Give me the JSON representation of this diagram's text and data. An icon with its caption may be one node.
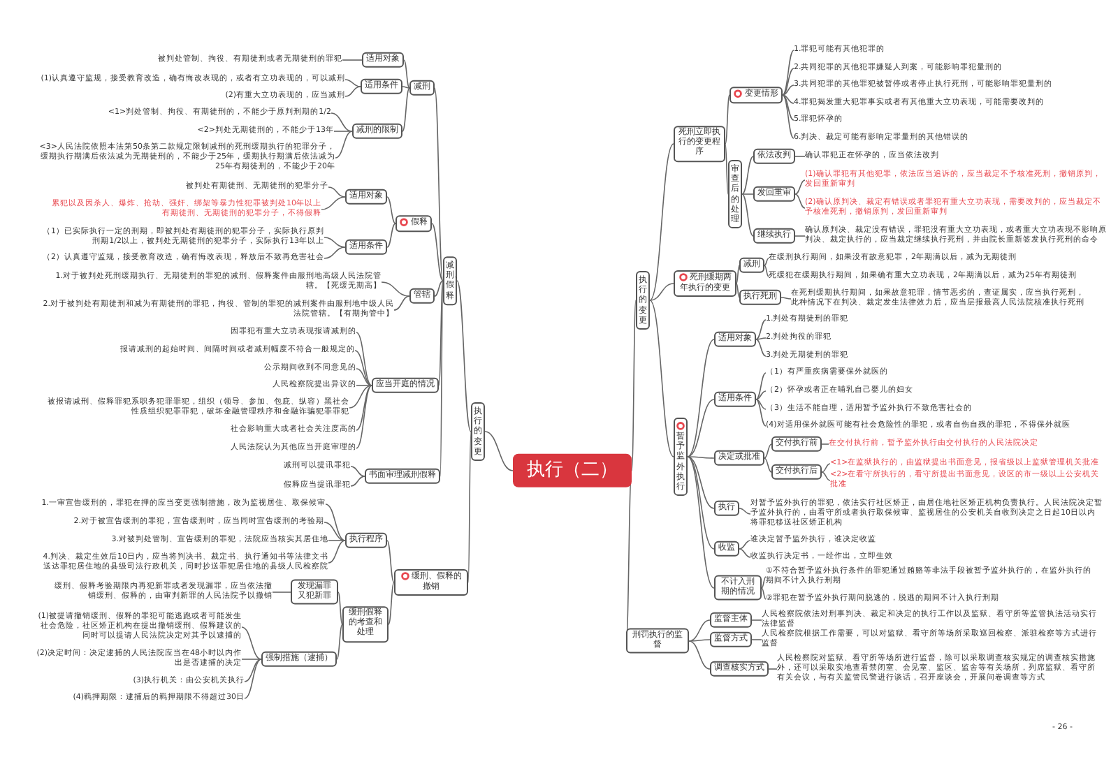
{
  "diagram": {
    "nodes": [
      {
        "text": [
          "执行（二）"
        ]
      },
      {
        "text": [
          "执行的变更"
        ]
      },
      {
        "text": [
          "减刑、假释"
        ]
      },
      {
        "text": [
          "减刑"
        ]
      },
      {
        "text": [
          "适用对象"
        ]
      },
      {
        "text": [
          "被判处管制、拘役、有期徒刑或者无期徒刑的罪犯"
        ]
      },
      {
        "text": [
          "适用条件"
        ]
      },
      {
        "text": [
          "(1)认真遵守监规，接受教育改造，确有悔改表现的，或者有立功表现的，可以减刑"
        ]
      },
      {
        "text": [
          "(2)有重大立功表现的，应当减刑"
        ]
      },
      {
        "text": [
          "减刑的限制"
        ]
      },
      {
        "text": [
          "<1>判处管制、拘役、有期徒刑的，不能少于原判刑期的1/2"
        ]
      },
      {
        "text": [
          "<2>判处无期徒刑的，不能少于13年"
        ]
      },
      {
        "text": [
          "<3>人民法院依照本法第50条第二款规定限制减刑的死刑缓期执行的犯罪分子，缓期执行期满后依法减为无期徒刑的，不能少于25年，缓期执行期满后依法减为25年有期徒刑的，不能少于20年"
        ]
      },
      {
        "text": [
          "假释"
        ]
      },
      {
        "text": [
          "适用对象"
        ]
      },
      {
        "text": [
          "被判处有期徒刑、无期徒刑的犯罪分子"
        ]
      },
      {
        "text": [
          "累犯以及因杀人、爆炸、抢劫、强奸、绑架等暴力性犯罪被判处10年以上有期徒刑、无期徒刑的犯罪分子，不得假释"
        ]
      },
      {
        "text": [
          "适用条件"
        ]
      },
      {
        "text": [
          "（1）已实际执行一定的刑期，即被判处有期徒刑的犯罪分子，实际执行原判刑期1/2以上，被判处无期徒刑的犯罪分子，实际执行13年以上"
        ]
      },
      {
        "text": [
          "（2）认真遵守监规，接受教育改造，确有悔改表现，释放后不致再危害社会"
        ]
      },
      {
        "text": [
          "管辖"
        ]
      },
      {
        "text": [
          "1.对于被判处死刑缓期执行、无期徒刑的罪犯的减刑、假释案件由服刑地高级人民法院管辖。【死缓无期高】"
        ]
      },
      {
        "text": [
          "2.对于被判处有期徒刑和减为有期徒刑的罪犯，拘役、管制的罪犯的减刑案件由服刑地中级人民法院管辖。【有期拘管中】"
        ]
      },
      {
        "text": [
          "应当开庭的情况"
        ]
      },
      {
        "text": [
          "因罪犯有重大立功表现报请减刑的"
        ]
      },
      {
        "text": [
          "报请减刑的起始时间、间隔时间或者减刑幅度不符合一般规定的"
        ]
      },
      {
        "text": [
          "公示期间收到不同意见的"
        ]
      },
      {
        "text": [
          "人民检察院提出异议的"
        ]
      },
      {
        "text": [
          "被报请减刑、假释罪犯系职务犯罪罪犯，组织（领导、参加、包庇、纵容）黑社会性质组织犯罪罪犯，破坏金融管理秩序和金融诈骗犯罪罪犯"
        ]
      },
      {
        "text": [
          "社会影响重大或者社会关注度高的"
        ]
      },
      {
        "text": [
          "人民法院认为其他应当开庭审理的"
        ]
      },
      {
        "text": [
          "书面审理减刑假释"
        ]
      },
      {
        "text": [
          "减刑可以提讯罪犯"
        ]
      },
      {
        "text": [
          "假释应当提讯罪犯"
        ]
      },
      {
        "text": [
          "缓刑、假释的撤销"
        ]
      },
      {
        "text": [
          "执行程序"
        ]
      },
      {
        "text": [
          "1.一审宣告缓刑的，罪犯在押的应当变更强制措施，改为监视居住、取保候审"
        ]
      },
      {
        "text": [
          "2.对于被宣告缓刑的罪犯，宣告缓刑时，应当同时宣告缓刑的考验期"
        ]
      },
      {
        "text": [
          "3.对被判处管制、宣告缓刑的罪犯，法院应当核实其居住地"
        ]
      },
      {
        "text": [
          "4.判决、裁定生效后10日内，应当将判决书、裁定书、执行通知书等法律文书送达罪犯居住地的县级司法行政机关，同时抄送罪犯居住地的县级人民检察院"
        ]
      },
      {
        "text": [
          "缓刑假释的考查和处理"
        ]
      },
      {
        "text": [
          "发现漏罪又犯新罪"
        ]
      },
      {
        "text": [
          "缓刑、假释考验期限内再犯新罪或者发现漏罪，应当依法撤销缓刑、假释的，由审判新罪的人民法院予以撤销"
        ]
      },
      {
        "text": [
          "强制措施（逮捕）"
        ]
      },
      {
        "text": [
          "(1)被提请撤销缓刑、假释的罪犯可能逃跑或者可能发生社会危险，社区矫正机构在提出撤销缓刑、假释建议的同时可以提请人民法院决定对其予以逮捕的"
        ]
      },
      {
        "text": [
          "(2)决定时间：决定逮捕的人民法院应当在48小时以内作出是否逮捕的决定"
        ]
      },
      {
        "text": [
          "(3)执行机关：由公安机关执行"
        ]
      },
      {
        "text": [
          "(4)羁押期限：逮捕后的羁押期限不得超过30日"
        ]
      },
      {
        "text": [
          "执行的变更"
        ]
      },
      {
        "text": [
          "死刑立即执行的变更程序"
        ]
      },
      {
        "text": [
          "变更情形"
        ]
      },
      {
        "text": [
          "1.罪犯可能有其他犯罪的"
        ]
      },
      {
        "text": [
          "2.共同犯罪的其他犯罪嫌疑人到案，可能影响罪犯量刑的"
        ]
      },
      {
        "text": [
          "3.共同犯罪的其他罪犯被暂停或者停止执行死刑，可能影响罪犯量刑的"
        ]
      },
      {
        "text": [
          "4.罪犯揭发重大犯罪事实或者有其他重大立功表现，可能需要改判的"
        ]
      },
      {
        "text": [
          "5.罪犯怀孕的"
        ]
      },
      {
        "text": [
          "6.判决、裁定可能有影响定罪量刑的其他错误的"
        ]
      },
      {
        "text": [
          "审查后的处理"
        ]
      },
      {
        "text": [
          "依法改判"
        ]
      },
      {
        "text": [
          "确认罪犯正在怀孕的，应当依法改判"
        ]
      },
      {
        "text": [
          "发回重审"
        ]
      },
      {
        "text": [
          "(1)确认罪犯有其他犯罪，依法应当追诉的，应当裁定不予核准死刑，撤销原判，发回重新审判"
        ]
      },
      {
        "text": [
          "(2)确认原判决、裁定有错误或者罪犯有重大立功表现，需要改判的，应当裁定不予核准死刑，撤销原判，发回重新审判"
        ]
      },
      {
        "text": [
          "继续执行"
        ]
      },
      {
        "text": [
          "确认原判决、裁定没有错误，罪犯没有重大立功表现，或者重大立功表现不影响原判决、裁定执行的，应当裁定继续执行死刑，并由院长重新签发执行死刑的命令"
        ]
      },
      {
        "text": [
          "死刑缓期两年执行的变更"
        ]
      },
      {
        "text": [
          "减刑"
        ]
      },
      {
        "text": [
          "在缓刑执行期间，如果没有故意犯罪，2年期满以后，减为无期徒刑"
        ]
      },
      {
        "text": [
          "死缓犯在缓期执行期间，如果确有重大立功表现，2年期满以后，减为25年有期徒刑"
        ]
      },
      {
        "text": [
          "执行死刑"
        ]
      },
      {
        "text": [
          "在死刑缓期执行期间，如果故意犯罪，情节恶劣的，查证属实，应当执行死刑，此种情况下在判决、裁定发生法律效力后，应当层报最高人民法院核准执行死刑"
        ]
      },
      {
        "text": [
          "暂予监外执行"
        ]
      },
      {
        "text": [
          "适用对象"
        ]
      },
      {
        "text": [
          "1.判处有期徒刑的罪犯"
        ]
      },
      {
        "text": [
          "2.判处拘役的罪犯"
        ]
      },
      {
        "text": [
          "3.判处无期徒刑的罪犯"
        ]
      },
      {
        "text": [
          "适用条件"
        ]
      },
      {
        "text": [
          "（1）有严重疾病需要保外就医的"
        ]
      },
      {
        "text": [
          "（2）怀孕或者正在哺乳自己婴儿的妇女"
        ]
      },
      {
        "text": [
          "（3）生活不能自理，适用暂予监外执行不致危害社会的"
        ]
      },
      {
        "text": [
          "(4)对适用保外就医可能有社会危险性的罪犯，或者自伤自残的罪犯，不得保外就医"
        ]
      },
      {
        "text": [
          "决定或批准"
        ]
      },
      {
        "text": [
          "交付执行前"
        ]
      },
      {
        "text": [
          "在交付执行前，暂予监外执行由交付执行的人民法院决定"
        ]
      },
      {
        "text": [
          "交付执行后"
        ]
      },
      {
        "text": [
          "<1>在监狱执行的，由监狱提出书面意见，报省级以上监狱管理机关批准"
        ]
      },
      {
        "text": [
          "<2>在看守所执行的，看守所提出书面意见，设区的市一级以上公安机关批准"
        ]
      },
      {
        "text": [
          "执行"
        ]
      },
      {
        "text": [
          "对暂予监外执行的罪犯，依法实行社区矫正，由居住地社区矫正机构负责执行。人民法院决定暂予监外执行的，由看守所或者执行取保候审、监视居住的公安机关自收到决定之日起10日以内将罪犯移送社区矫正机构"
        ]
      },
      {
        "text": [
          "收监"
        ]
      },
      {
        "text": [
          "谁决定暂予监外执行，谁决定收监"
        ]
      },
      {
        "text": [
          "收监执行决定书，一经作出，立即生效"
        ]
      },
      {
        "text": [
          "不计入刑期的情况"
        ]
      },
      {
        "text": [
          "①不符合暂予监外执行条件的罪犯通过贿赂等非法手段被暂予监外执行的，在监外执行的期间不计入执行刑期"
        ]
      },
      {
        "text": [
          "②罪犯在暂予监外执行期间脱逃的，脱逃的期间不计入执行刑期"
        ]
      },
      {
        "text": [
          "刑罚执行的监督"
        ]
      },
      {
        "text": [
          "监督主体"
        ]
      },
      {
        "text": [
          "人民检察院依法对刑事判决、裁定和决定的执行工作以及监狱、看守所等监管执法活动实行法律监督"
        ]
      },
      {
        "text": [
          "监督方式"
        ]
      },
      {
        "text": [
          "人民检察院根据工作需要，可以对监狱、看守所等场所采取巡回检察、派驻检察等方式进行监督"
        ]
      },
      {
        "text": [
          "调查核实方式"
        ]
      },
      {
        "text": [
          "人民检察院对监狱、看守所等场所进行监督，除可以采取调查核实规定的调查核实措施外，还可以采取实地查看禁闭室、会见室、监区、监舍等有关场所，列席监狱、看守所有关会议，与有关监管民警进行谈话，召开座谈会，开展问卷调查等方式"
        ]
      }
    ],
    "edges": [
      {
        "from": 0,
        "to": 1,
        "arrow": "none"
      },
      {
        "from": 1,
        "to": 2,
        "arrow": "none"
      },
      {
        "from": 2,
        "to": 3,
        "arrow": "none"
      },
      {
        "from": 3,
        "to": 4,
        "arrow": "none"
      },
      {
        "from": 4,
        "to": 5,
        "arrow": "none"
      },
      {
        "from": 3,
        "to": 6,
        "arrow": "none"
      },
      {
        "from": 6,
        "to": 7,
        "arrow": "none"
      },
      {
        "from": 6,
        "to": 8,
        "arrow": "none"
      },
      {
        "from": 3,
        "to": 9,
        "arrow": "none"
      },
      {
        "from": 9,
        "to": 10,
        "arrow": "none"
      },
      {
        "from": 9,
        "to": 11,
        "arrow": "none"
      },
      {
        "from": 9,
        "to": 12,
        "arrow": "none"
      },
      {
        "from": 2,
        "to": 13,
        "arrow": "none"
      },
      {
        "from": 13,
        "to": 14,
        "arrow": "none"
      },
      {
        "from": 14,
        "to": 15,
        "arrow": "none"
      },
      {
        "from": 14,
        "to": 16,
        "arrow": "none"
      },
      {
        "from": 13,
        "to": 17,
        "arrow": "none"
      },
      {
        "from": 17,
        "to": 18,
        "arrow": "none"
      },
      {
        "from": 17,
        "to": 19,
        "arrow": "none"
      },
      {
        "from": 2,
        "to": 20,
        "arrow": "none"
      },
      {
        "from": 20,
        "to": 21,
        "arrow": "none"
      },
      {
        "from": 20,
        "to": 22,
        "arrow": "none"
      },
      {
        "from": 2,
        "to": 23,
        "arrow": "none"
      },
      {
        "from": 23,
        "to": 24,
        "arrow": "none"
      },
      {
        "from": 23,
        "to": 25,
        "arrow": "none"
      },
      {
        "from": 23,
        "to": 26,
        "arrow": "none"
      },
      {
        "from": 23,
        "to": 27,
        "arrow": "none"
      },
      {
        "from": 23,
        "to": 28,
        "arrow": "none"
      },
      {
        "from": 23,
        "to": 29,
        "arrow": "none"
      },
      {
        "from": 23,
        "to": 30,
        "arrow": "none"
      },
      {
        "from": 2,
        "to": 31,
        "arrow": "none"
      },
      {
        "from": 31,
        "to": 32,
        "arrow": "none"
      },
      {
        "from": 31,
        "to": 33,
        "arrow": "none"
      },
      {
        "from": 1,
        "to": 34,
        "arrow": "none"
      },
      {
        "from": 34,
        "to": 35,
        "arrow": "none"
      },
      {
        "from": 35,
        "to": 36,
        "arrow": "none"
      },
      {
        "from": 35,
        "to": 37,
        "arrow": "none"
      },
      {
        "from": 35,
        "to": 38,
        "arrow": "none"
      },
      {
        "from": 35,
        "to": 39,
        "arrow": "none"
      },
      {
        "from": 34,
        "to": 40,
        "arrow": "none"
      },
      {
        "from": 40,
        "to": 41,
        "arrow": "none"
      },
      {
        "from": 41,
        "to": 42,
        "arrow": "none"
      },
      {
        "from": 40,
        "to": 43,
        "arrow": "none"
      },
      {
        "from": 43,
        "to": 44,
        "arrow": "none"
      },
      {
        "from": 43,
        "to": 45,
        "arrow": "none"
      },
      {
        "from": 43,
        "to": 46,
        "arrow": "none"
      },
      {
        "from": 43,
        "to": 47,
        "arrow": "none"
      },
      {
        "from": 0,
        "to": 48,
        "arrow": "none"
      },
      {
        "from": 48,
        "to": 49,
        "arrow": "none"
      },
      {
        "from": 49,
        "to": 50,
        "arrow": "none"
      },
      {
        "from": 50,
        "to": 51,
        "arrow": "none"
      },
      {
        "from": 50,
        "to": 52,
        "arrow": "none"
      },
      {
        "from": 50,
        "to": 53,
        "arrow": "none"
      },
      {
        "from": 50,
        "to": 54,
        "arrow": "none"
      },
      {
        "from": 50,
        "to": 55,
        "arrow": "none"
      },
      {
        "from": 50,
        "to": 56,
        "arrow": "none"
      },
      {
        "from": 49,
        "to": 57,
        "arrow": "none"
      },
      {
        "from": 57,
        "to": 58,
        "arrow": "none"
      },
      {
        "from": 58,
        "to": 59,
        "arrow": "none"
      },
      {
        "from": 57,
        "to": 60,
        "arrow": "none"
      },
      {
        "from": 60,
        "to": 61,
        "arrow": "none"
      },
      {
        "from": 60,
        "to": 62,
        "arrow": "none"
      },
      {
        "from": 57,
        "to": 63,
        "arrow": "none"
      },
      {
        "from": 63,
        "to": 64,
        "arrow": "none"
      },
      {
        "from": 48,
        "to": 65,
        "arrow": "none"
      },
      {
        "from": 65,
        "to": 66,
        "arrow": "none"
      },
      {
        "from": 66,
        "to": 67,
        "arrow": "none"
      },
      {
        "from": 66,
        "to": 68,
        "arrow": "none"
      },
      {
        "from": 65,
        "to": 69,
        "arrow": "none"
      },
      {
        "from": 69,
        "to": 70,
        "arrow": "none"
      },
      {
        "from": 48,
        "to": 71,
        "arrow": "none"
      },
      {
        "from": 71,
        "to": 72,
        "arrow": "none"
      },
      {
        "from": 72,
        "to": 73,
        "arrow": "none"
      },
      {
        "from": 72,
        "to": 74,
        "arrow": "none"
      },
      {
        "from": 72,
        "to": 75,
        "arrow": "none"
      },
      {
        "from": 71,
        "to": 76,
        "arrow": "none"
      },
      {
        "from": 76,
        "to": 77,
        "arrow": "none"
      },
      {
        "from": 76,
        "to": 78,
        "arrow": "none"
      },
      {
        "from": 76,
        "to": 79,
        "arrow": "none"
      },
      {
        "from": 76,
        "to": 80,
        "arrow": "none"
      },
      {
        "from": 71,
        "to": 81,
        "arrow": "none"
      },
      {
        "from": 81,
        "to": 82,
        "arrow": "none"
      },
      {
        "from": 82,
        "to": 83,
        "arrow": "none"
      },
      {
        "from": 81,
        "to": 84,
        "arrow": "none"
      },
      {
        "from": 84,
        "to": 85,
        "arrow": "none"
      },
      {
        "from": 84,
        "to": 86,
        "arrow": "none"
      },
      {
        "from": 71,
        "to": 87,
        "arrow": "none"
      },
      {
        "from": 87,
        "to": 88,
        "arrow": "none"
      },
      {
        "from": 71,
        "to": 89,
        "arrow": "none"
      },
      {
        "from": 89,
        "to": 90,
        "arrow": "none"
      },
      {
        "from": 89,
        "to": 91,
        "arrow": "none"
      },
      {
        "from": 71,
        "to": 92,
        "arrow": "none"
      },
      {
        "from": 92,
        "to": 93,
        "arrow": "none"
      },
      {
        "from": 92,
        "to": 94,
        "arrow": "none"
      },
      {
        "from": 0,
        "to": 95,
        "arrow": "none"
      },
      {
        "from": 95,
        "to": 96,
        "arrow": "none"
      },
      {
        "from": 96,
        "to": 97,
        "arrow": "none"
      },
      {
        "from": 95,
        "to": 98,
        "arrow": "none"
      },
      {
        "from": 98,
        "to": 99,
        "arrow": "none"
      },
      {
        "from": 95,
        "to": 100,
        "arrow": "none"
      },
      {
        "from": 100,
        "to": 101,
        "arrow": "none"
      }
    ],
    "labels": [
      "- 26 -"
    ]
  }
}
